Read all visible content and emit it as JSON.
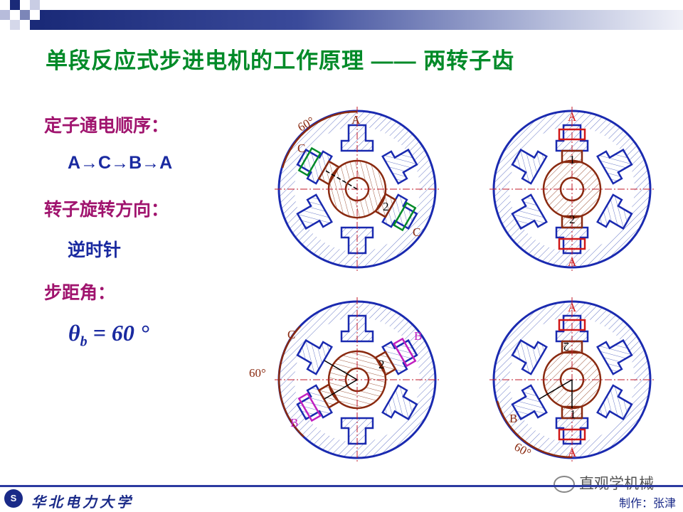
{
  "title": "单段反应式步进电机的工作原理 —— 两转子齿",
  "sections": {
    "sequence_heading": "定子通电顺序：",
    "sequence_value": "A→C→B→A",
    "rotation_heading": "转子旋转方向：",
    "rotation_value": "逆时针",
    "step_angle_heading": "步距角：",
    "formula_theta": "θ",
    "formula_sub": "b",
    "formula_rest": " = 60 °"
  },
  "diagrams": {
    "d1": {
      "labels": [
        "A",
        "C",
        "C",
        "2",
        "60°"
      ],
      "energized_phase": "C",
      "coil_color": "#008a28"
    },
    "d2": {
      "labels": [
        "A",
        "A",
        "1",
        "2"
      ],
      "energized_phase": "A",
      "coil_color": "#d01818"
    },
    "d3": {
      "labels": [
        "C",
        "B",
        "B",
        "2",
        "60°"
      ],
      "energized_phase": "B",
      "coil_color": "#c020c0"
    },
    "d4": {
      "labels": [
        "A",
        "A",
        "B",
        "2",
        "1",
        "60°"
      ],
      "energized_phase": "A",
      "coil_color": "#d01818"
    }
  },
  "colors": {
    "stator": "#1a2ab0",
    "rotor": "#8a2a10",
    "axis": "#c0182a",
    "title": "#008a28",
    "heading": "#a0146e",
    "blue_text": "#1a2aa0"
  },
  "watermark": "直观学机械",
  "footer": {
    "school": "华北电力大学",
    "credit": "制作：张津"
  }
}
